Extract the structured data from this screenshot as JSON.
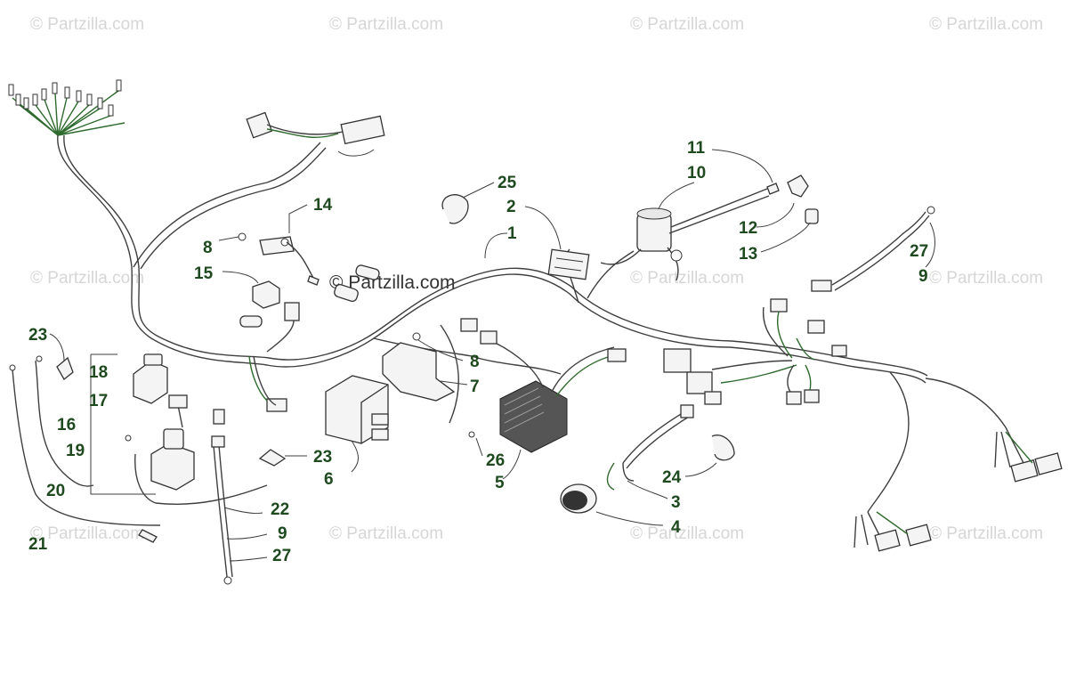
{
  "watermark": {
    "text": "© Partzilla.com",
    "center_text": "© Partzilla.com"
  },
  "callouts": [
    {
      "id": "c25",
      "label": "25"
    },
    {
      "id": "c2",
      "label": "2"
    },
    {
      "id": "c1",
      "label": "1"
    },
    {
      "id": "c11",
      "label": "11"
    },
    {
      "id": "c10",
      "label": "10"
    },
    {
      "id": "c12",
      "label": "12"
    },
    {
      "id": "c13",
      "label": "13"
    },
    {
      "id": "c27a",
      "label": "27"
    },
    {
      "id": "c9a",
      "label": "9"
    },
    {
      "id": "c14",
      "label": "14"
    },
    {
      "id": "c8a",
      "label": "8"
    },
    {
      "id": "c15",
      "label": "15"
    },
    {
      "id": "c8b",
      "label": "8"
    },
    {
      "id": "c7",
      "label": "7"
    },
    {
      "id": "c23a",
      "label": "23"
    },
    {
      "id": "c18",
      "label": "18"
    },
    {
      "id": "c17",
      "label": "17"
    },
    {
      "id": "c16",
      "label": "16"
    },
    {
      "id": "c19",
      "label": "19"
    },
    {
      "id": "c20",
      "label": "20"
    },
    {
      "id": "c21",
      "label": "21"
    },
    {
      "id": "c23b",
      "label": "23"
    },
    {
      "id": "c6",
      "label": "6"
    },
    {
      "id": "c26",
      "label": "26"
    },
    {
      "id": "c5",
      "label": "5"
    },
    {
      "id": "c22",
      "label": "22"
    },
    {
      "id": "c9b",
      "label": "9"
    },
    {
      "id": "c27b",
      "label": "27"
    },
    {
      "id": "c24",
      "label": "24"
    },
    {
      "id": "c3",
      "label": "3"
    },
    {
      "id": "c4",
      "label": "4"
    }
  ]
}
